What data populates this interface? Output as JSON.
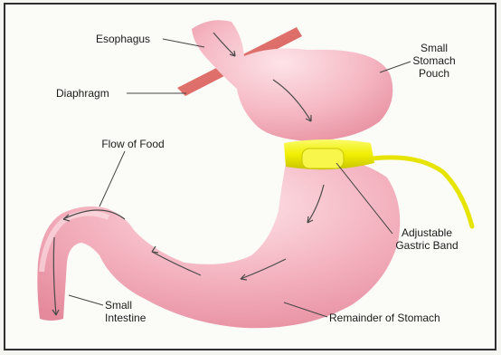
{
  "labels": {
    "esophagus": "Esophagus",
    "diaphragm": "Diaphragm",
    "flow": "Flow of Food",
    "pouch": [
      "Small",
      "Stomach",
      "Pouch"
    ],
    "band": [
      "Adjustable",
      "Gastric Band"
    ],
    "intestine": [
      "Small",
      "Intestine"
    ],
    "remainder": "Remainder of Stomach"
  },
  "colors": {
    "tissue": "#f1a6b3",
    "tissue_light": "#fbd8df",
    "diaphragm": "#e06a6a",
    "band": "#f2f000",
    "leader": "#444444"
  }
}
